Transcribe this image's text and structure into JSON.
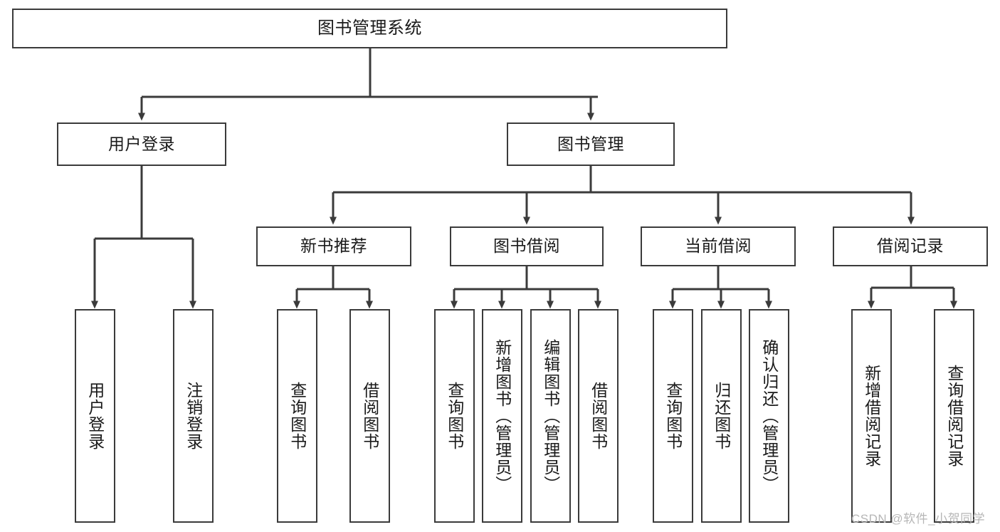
{
  "diagram": {
    "title": "图书管理系统",
    "type": "tree",
    "orientation": "top-down",
    "colors": {
      "stroke": "#3b3b3b",
      "fill": "#ffffff",
      "text": "#1a1a1a",
      "background": "#ffffff",
      "watermark": "#b6b6b6"
    },
    "nodes": {
      "root": {
        "label": "图书管理系统"
      },
      "level2": [
        {
          "id": "user-login",
          "label": "用户登录"
        },
        {
          "id": "book-manage",
          "label": "图书管理"
        }
      ],
      "level3": [
        {
          "id": "new-book-recommend",
          "label": "新书推荐"
        },
        {
          "id": "book-borrow",
          "label": "图书借阅"
        },
        {
          "id": "current-borrow",
          "label": "当前借阅"
        },
        {
          "id": "borrow-record",
          "label": "借阅记录"
        }
      ],
      "leaves": {
        "user-login": [
          {
            "id": "leaf-user-login",
            "label": "用户登录"
          },
          {
            "id": "leaf-user-logout",
            "label": "注销登录"
          }
        ],
        "new-book-recommend": [
          {
            "id": "leaf-query-book-1",
            "label": "查询图书"
          },
          {
            "id": "leaf-borrow-book-1",
            "label": "借阅图书"
          }
        ],
        "book-borrow": [
          {
            "id": "leaf-query-book-2",
            "label": "查询图书"
          },
          {
            "id": "leaf-add-book",
            "label": "新增图书（管理员）"
          },
          {
            "id": "leaf-edit-book",
            "label": "编辑图书（管理员）"
          },
          {
            "id": "leaf-borrow-book-2",
            "label": "借阅图书"
          }
        ],
        "current-borrow": [
          {
            "id": "leaf-query-book-3",
            "label": "查询图书"
          },
          {
            "id": "leaf-return-book",
            "label": "归还图书"
          },
          {
            "id": "leaf-confirm-return",
            "label": "确认归还（管理员）"
          }
        ],
        "borrow-record": [
          {
            "id": "leaf-add-record",
            "label": "新增借阅记录"
          },
          {
            "id": "leaf-query-record",
            "label": "查询借阅记录"
          }
        ]
      }
    }
  },
  "watermark": {
    "text": "CSDN @软件_小贺同学"
  }
}
